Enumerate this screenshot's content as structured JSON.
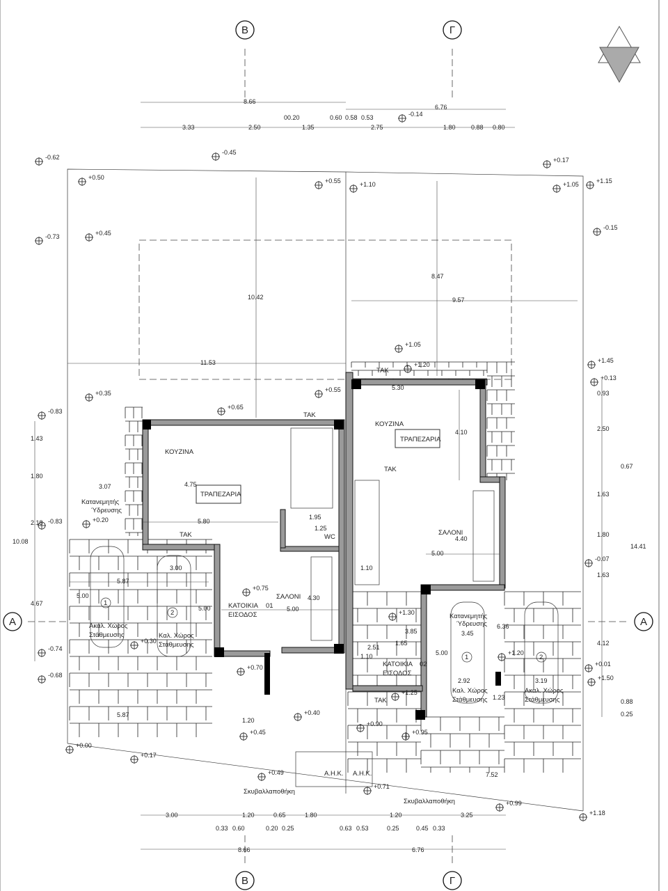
{
  "axes": {
    "B": "B",
    "G": "Γ",
    "A": "A"
  },
  "north_arrow": "north-arrow-icon",
  "rooms": {
    "h1_kitchen": "ΚΟΥΖΙΝΑ",
    "h1_dining": "ΤΡΑΠΕΖΑΡΙΑ",
    "h1_tak1": "ΤΑΚ",
    "h1_tak2": "ΤΑΚ",
    "h1_wc": "WC",
    "h1_living": "ΣΑΛΟΝΙ",
    "h1_entry_a": "ΚΑΤΟΙΚΙΑ",
    "h1_entry_num": "01",
    "h1_entry_b": "ΕΙΣΟΔΟΣ",
    "h1_meter_a": "Κατανεμητής",
    "h1_meter_b": "Ύδρευσης",
    "h1_park1_a": "Ακαλ. Χώρος",
    "h1_park1_b": "Στάθμευσης",
    "h1_park2_a": "Καλ. Χώρος",
    "h1_park2_b": "Στάθμευσης",
    "h1_car1": "1",
    "h1_car2": "2",
    "h2_kitchen": "ΚΟΥΖΙΝΑ",
    "h2_dining": "ΤΡΑΠΕΖΑΡΙΑ",
    "h2_tak1": "ΤΑΚ",
    "h2_tak2": "ΤΑΚ",
    "h2_tak3": "ΤΑΚ",
    "h2_living": "ΣΑΛΟΝΙ",
    "h2_entry_a": "ΚΑΤΟΙΚΙΑ",
    "h2_entry_num": "02",
    "h2_entry_b": "ΕΙΣΟΔΟΣ",
    "h2_meter_a": "Κατανεμητής",
    "h2_meter_b": "Ύδρευσης",
    "h2_park1_a": "Καλ. Χώρος",
    "h2_park1_b": "Στάθμευσης",
    "h2_park2_a": "Ακαλ. Χώρος",
    "h2_park2_b": "Στάθμευσης",
    "h2_car1": "1",
    "h2_car2": "2",
    "ahk1": "Α.Η.Κ.",
    "ahk2": "Α.Η.Κ.",
    "bin1": "Σκυβαλλαποθήκη",
    "bin2": "Σκυβαλλαποθήκη"
  },
  "levels": [
    "-0.62",
    "-0.45",
    "+0.17",
    "+0.50",
    "+0.55",
    "+1.10",
    "+1.05",
    "+1.15",
    "-0.73",
    "+0.45",
    "-0.15",
    "+1.05",
    "+1.20",
    "+1.45",
    "+0.13",
    "+0.35",
    "+0.55",
    "+0.65",
    "-0.83",
    "+0.20",
    "-0.83",
    "-0.07",
    "+0.75",
    "+1.30",
    "+0.30",
    "-0.74",
    "+1.20",
    "+0.01",
    "+0.70",
    "-0.68",
    "+1.50",
    "+1.25",
    "+0.40",
    "+0.90",
    "+0.45",
    "+0.95",
    "+0.00",
    "+0.17",
    "+0.49",
    "+0.71",
    "+0.99",
    "+1.18",
    "-0.14"
  ],
  "dims": {
    "top": [
      "8.66",
      "6.76",
      "3.33",
      "2.50",
      "00.20",
      "1.35",
      "0.60",
      "0.58",
      "0.53",
      "2.75",
      "1.80",
      "0.88",
      "0.80"
    ],
    "inner": [
      "10.42",
      "8.47",
      "9.57",
      "11.53",
      "5.30",
      "4.10",
      "4.75",
      "3.07",
      "5.80",
      "1.95",
      "1.25",
      "3.00",
      "5.87",
      "5.00",
      "5.00",
      "5.00",
      "4.30",
      "4.40",
      "5.00",
      "1.10",
      "3.85",
      "6.36",
      "3.45",
      "1.65",
      "2.51",
      "5.00",
      "1.10",
      "2.92",
      "3.19",
      "1.23",
      "5.87",
      "1.20",
      "7.52",
      "0.93"
    ],
    "left": [
      "1.43",
      "1.80",
      "2.18",
      "10.08",
      "4.67"
    ],
    "right": [
      "2.50",
      "0.67",
      "1.63",
      "1.80",
      "14.41",
      "1.63",
      "4.12",
      "0.88",
      "0.25"
    ],
    "bottom": [
      "3.00",
      "1.20",
      "0.65",
      "1.80",
      "1.20",
      "3.25",
      "0.33",
      "0.60",
      "0.20",
      "0.25",
      "0.63",
      "0.53",
      "0.25",
      "0.45",
      "0.33",
      "8.66",
      "6.76"
    ]
  }
}
